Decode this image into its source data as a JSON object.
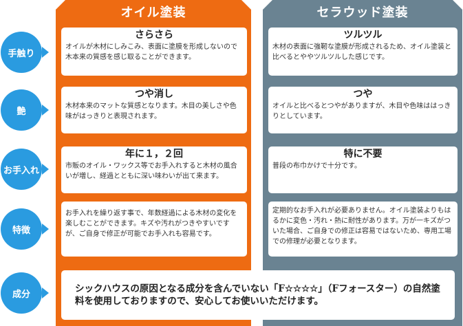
{
  "columns": {
    "oil": {
      "title": "オイル塗装",
      "color": "#ee6b12"
    },
    "ceramic": {
      "title": "セラウッド塗装",
      "color": "#6a8392"
    }
  },
  "rows": [
    {
      "label": "手触り",
      "oil": {
        "title": "さらさら",
        "text": "オイルが木材にしみこみ、表面に塗膜を形成しないので木本来の質感を感じ取ることができます。"
      },
      "ceramic": {
        "title": "ツルツル",
        "text": "木材の表面に強靭な塗膜が形成されるため、オイル塗装と比べるとややツルツルした感じです。"
      }
    },
    {
      "label": "艶",
      "oil": {
        "title": "つや消し",
        "text": "木材本来のマットな質感となります。木目の美しさや色味がはっきりと表現されます。"
      },
      "ceramic": {
        "title": "つや",
        "text": "オイルと比べるとつやがありますが、木目や色味ははっきりとしています。"
      }
    },
    {
      "label": "お手入れ",
      "oil": {
        "title": "年に１，２回",
        "text": "市販のオイル・ワックス等でお手入れすると木材の風合いが増し、経過とともに深い味わいが出て来ます。"
      },
      "ceramic": {
        "title": "特に不要",
        "text": "普段の布巾かけで十分です。"
      }
    },
    {
      "label": "特徴",
      "oil": {
        "title": "",
        "text": "お手入れを繰り返す事で、年数経過による木材の変化を楽しむことができます。キズや汚れがつきやすいですが、ご自身で修正が可能でお手入れも容易です。"
      },
      "ceramic": {
        "title": "",
        "text": "定期的なお手入れが必要ありません。オイル塗装よりもはるかに変色・汚れ・熱に耐性があります。万が一キズがついた場合、ご自身での修正は容易ではないため、専用工場での修理が必要となります。"
      }
    }
  ],
  "ingredients": {
    "label": "成分",
    "text": "シックハウスの原因となる成分を含んでいない「F☆☆☆☆」（Fフォースター）の自然塗料を使用しておりますので、安心してお使いいただけます。"
  },
  "accent_color": "#2a9be0"
}
